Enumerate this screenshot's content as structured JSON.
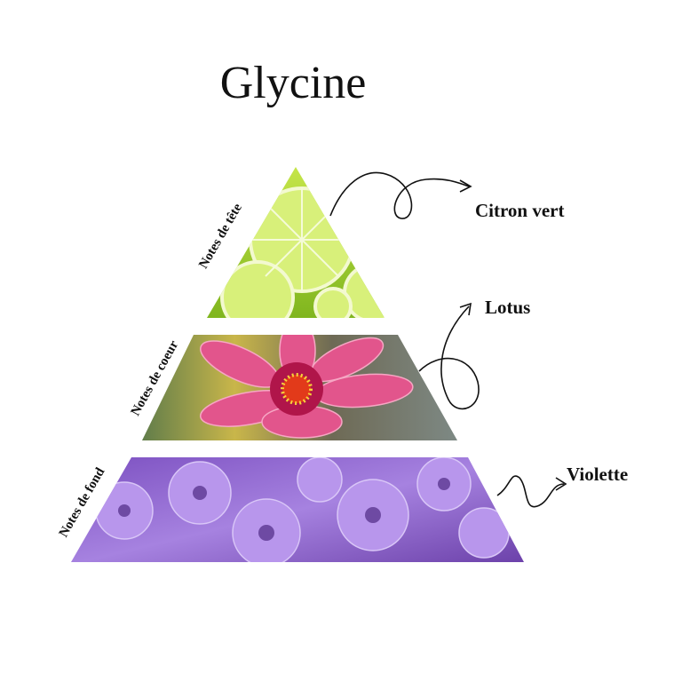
{
  "title": "Glycine",
  "tiers": [
    {
      "label": "Notes de tête",
      "note": "Citron vert",
      "color": "#a8d43a"
    },
    {
      "label": "Notes de coeur",
      "note": "Lotus",
      "color": "#d6336c"
    },
    {
      "label": "Notes de fond",
      "note": "Violette",
      "color": "#9b6fd6"
    }
  ]
}
